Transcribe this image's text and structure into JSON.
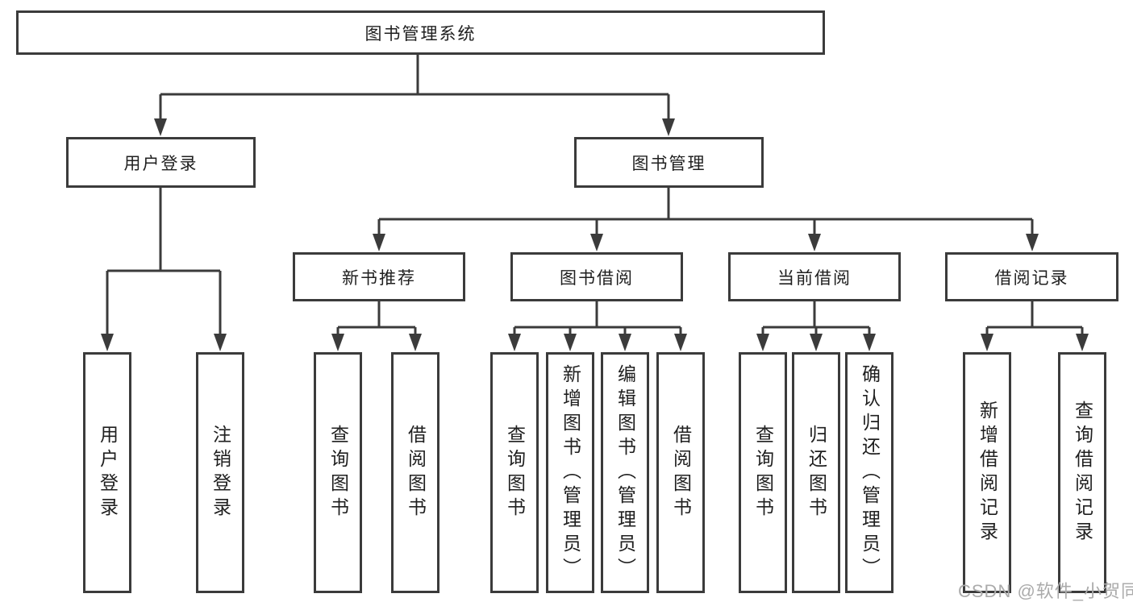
{
  "diagram_title": "图书管理系统",
  "nodes": {
    "root": "图书管理系统",
    "user_login": "用户登录",
    "book_management": "图书管理",
    "new_book_recommend": "新书推荐",
    "book_borrowing": "图书借阅",
    "current_borrowing": "当前借阅",
    "borrowing_records": "借阅记录",
    "leaf_user_login": "用户登录",
    "leaf_logout": "注销登录",
    "leaf_nbr_query_books": "查询图书",
    "leaf_nbr_borrow_books": "借阅图书",
    "leaf_bb_query_books": "查询图书",
    "leaf_bb_add_books_admin": "新增图书（管理员）",
    "leaf_bb_edit_books_admin": "编辑图书（管理员）",
    "leaf_bb_borrow_books": "借阅图书",
    "leaf_cb_query_books": "查询图书",
    "leaf_cb_return_books": "归还图书",
    "leaf_cb_confirm_return_admin": "确认归还（管理员）",
    "leaf_br_add_record": "新增借阅记录",
    "leaf_br_query_record": "查询借阅记录"
  },
  "watermark": "CSDN @软件_小贺同学",
  "colors": {
    "line": "#3b3b3b",
    "text": "#1f1f1f",
    "watermark": "#ababab",
    "background": "#ffffff"
  }
}
